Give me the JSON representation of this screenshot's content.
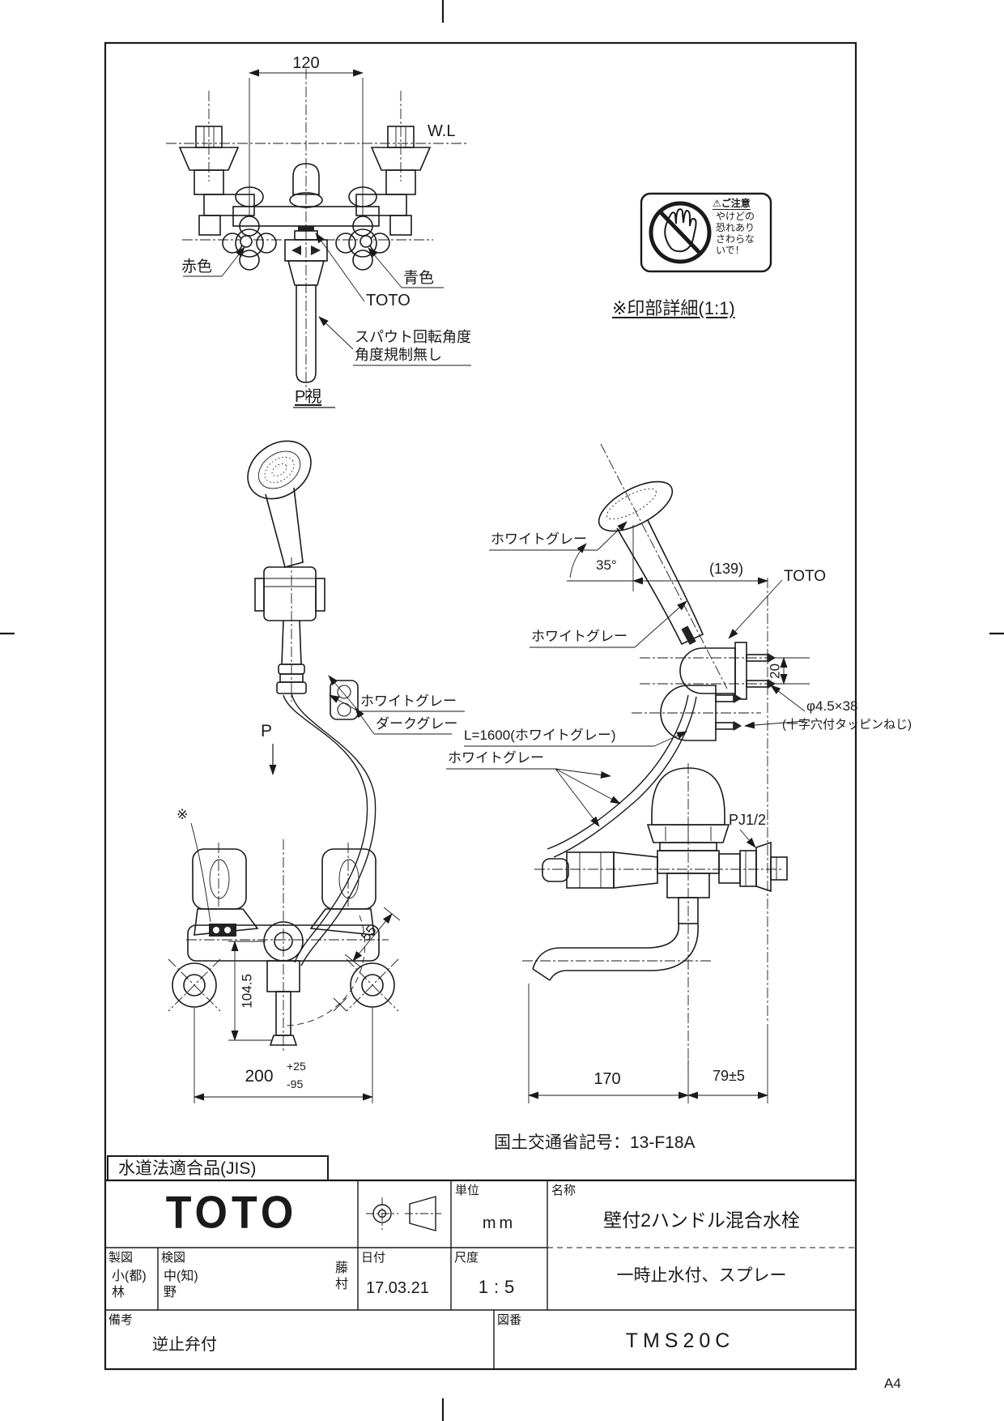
{
  "page": {
    "size_label": "A4",
    "compliance": "水道法適合品(JIS)",
    "ministry_code": "国土交通省記号：13-F18A"
  },
  "top_view": {
    "dim_width": "120",
    "water_line": "W.L",
    "red_label": "赤色",
    "blue_label": "青色",
    "brand": "TOTO",
    "spout_note": "スパウト回転角度\n角度規制無し",
    "view_label": "P視"
  },
  "caution": {
    "heading": "⚠ご注意",
    "line1": "やけどの",
    "line2": "恐れあり",
    "line3": "さわらな",
    "line4": "いで！",
    "detail_note": "※印部詳細(1:1)"
  },
  "hand_shower": {
    "white_gray": "ホワイトグレー",
    "dark_gray": "ダークグレー",
    "view_dir": "P",
    "hose_length": "L=1600(ホワイトグレー)"
  },
  "wall_shower": {
    "white_gray_head": "ホワイトグレー",
    "white_gray_handle": "ホワイトグレー",
    "white_gray_body": "ホワイトグレー",
    "angle": "35°",
    "dim_depth": "(139)",
    "brand": "TOTO",
    "dim_screw_pitch": "20",
    "screw_spec": "φ4.5×38",
    "screw_type": "(十字穴付タッピンねじ)"
  },
  "front_view": {
    "ref_mark": "※",
    "dim_hose_offset": "55",
    "dim_spout_drop": "104.5",
    "dim_pitch": "200",
    "tol_plus": "+25",
    "tol_minus": "-95"
  },
  "side_view": {
    "dim_spout_reach": "170",
    "dim_wall": "79±5",
    "thread": "PJ1/2"
  },
  "title_block": {
    "brand": "TOTO",
    "unit_label": "単位",
    "unit_value": "mm",
    "name_label": "名称",
    "product_name": "壁付2ハンドル混合水栓",
    "product_sub": "一時止水付、スプレー",
    "drafter_label": "製図",
    "drafter": "小(都)\n林",
    "checker_label": "検図",
    "checker": "中(知)\n野",
    "checker2": "藤\n村",
    "date_label": "日付",
    "date_value": "17.03.21",
    "scale_label": "尺度",
    "scale_value": "1:5",
    "remarks_label": "備考",
    "remarks_value": "逆止弁付",
    "number_label": "図番",
    "number_value": "TMS20C"
  }
}
